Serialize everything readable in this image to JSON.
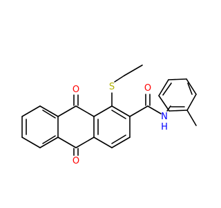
{
  "colors": {
    "bond": "#000000",
    "oxygen": "#ff0000",
    "nitrogen": "#0000ff",
    "sulfur": "#b2b200",
    "background": "#ffffff"
  },
  "atoms": {
    "carbonyl_oxygen_top": "O",
    "carbonyl_oxygen_bottom": "O",
    "amide_oxygen": "O",
    "sulfur": "S",
    "amide_nitrogen": "N",
    "amide_hydrogen": "H"
  }
}
